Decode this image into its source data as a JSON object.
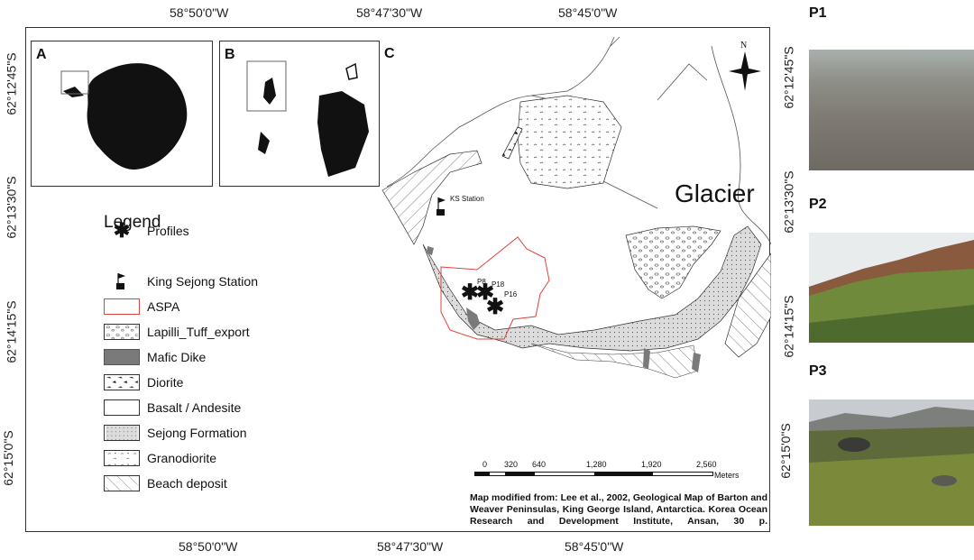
{
  "top_coords": [
    "58°50'0\"W",
    "58°47'30\"W",
    "58°45'0\"W"
  ],
  "bottom_coords": [
    "58°50'0\"W",
    "58°47'30\"W",
    "58°45'0\"W"
  ],
  "left_coords": [
    "62°12'45\"S",
    "62°13'30\"S",
    "62°14'15\"S",
    "62°15'0\"S"
  ],
  "right_coords": [
    "62°12'45\"S",
    "62°13'30\"S",
    "62°14'15\"S",
    "62°15'0\"S"
  ],
  "panels": {
    "a": "A",
    "b": "B",
    "c": "C"
  },
  "north_label": "N",
  "glacier_label": "Glacier",
  "station_label": "KS Station",
  "profile_labels": [
    "P8",
    "P18",
    "P16"
  ],
  "legend": {
    "title": "Legend",
    "items": [
      "Profiles",
      "King Sejong Station",
      "ASPA",
      "Lapilli_Tuff_export",
      "Mafic Dike",
      "Diorite",
      "Basalt / Andesite",
      "Sejong Formation",
      "Granodiorite",
      "Beach deposit"
    ]
  },
  "scale": {
    "ticks": [
      "0",
      "320",
      "640",
      "1,280",
      "1,920",
      "2,560"
    ],
    "unit": "Meters"
  },
  "credit": "Map modified from: Lee et al., 2002, Geological Map of Barton and Weaver Peninsulas, King George Island, Antarctica. Korea Ocean Research and Development Institute, Ansan, 30 p.",
  "photos": [
    {
      "label": "P1"
    },
    {
      "label": "P2"
    },
    {
      "label": "P3"
    }
  ],
  "colors": {
    "aspa": "#d9453c",
    "dike": "#7a7a7a",
    "sejong": "#d9d9d9"
  }
}
